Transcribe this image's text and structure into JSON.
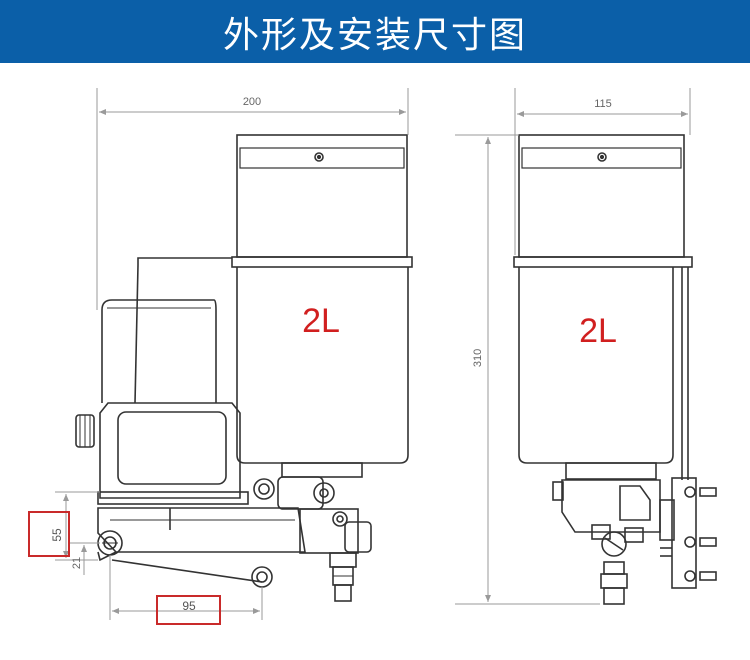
{
  "title": "外形及安装尺寸图",
  "dimensions": {
    "front_width": "200",
    "side_width": "115",
    "height": "310",
    "mount_height": "55",
    "mount_offset": "21",
    "mount_spacing": "95"
  },
  "tank_labels": {
    "front": "2L",
    "side": "2L"
  },
  "colors": {
    "banner": "#0b5fa8",
    "tank_label": "#d11f1f",
    "highlight_box": "#c92a2a",
    "drawing_line": "#333333",
    "dimension_line": "#9a9a9a"
  }
}
